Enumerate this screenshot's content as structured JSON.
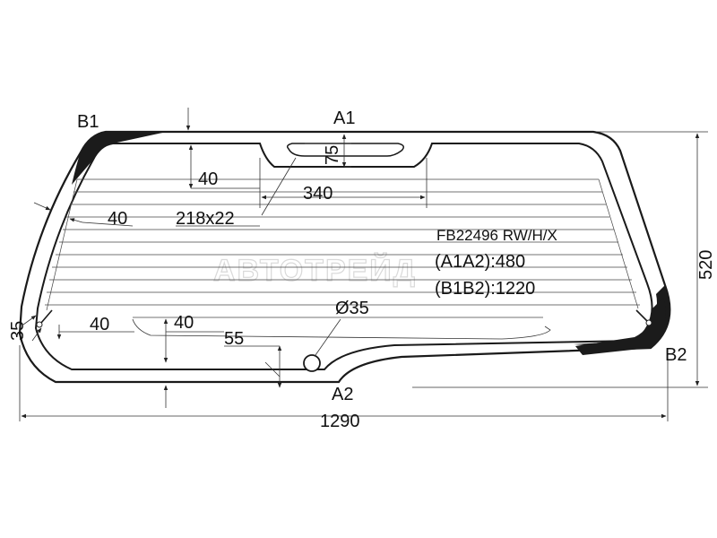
{
  "part_number": "FB22496 RW/H/X",
  "diagonal_a": "(A1A2):480",
  "diagonal_b": "(B1B2):1220",
  "watermark": "АВТОТРЕЙД",
  "points": {
    "a1": "A1",
    "a2": "A2",
    "b1": "B1",
    "b2": "B2"
  },
  "dimensions": {
    "overall_width": "1290",
    "overall_height": "520",
    "bracket_height": "75",
    "bracket_width": "340",
    "top_margin": "40",
    "side_margin_upper": "40",
    "heater_pad": "218x22",
    "hole_diameter": "Ø35",
    "corner_offset": "35",
    "bottom_left_margin": "40",
    "bottom_inner_margin": "40",
    "bottom_depth": "55"
  }
}
